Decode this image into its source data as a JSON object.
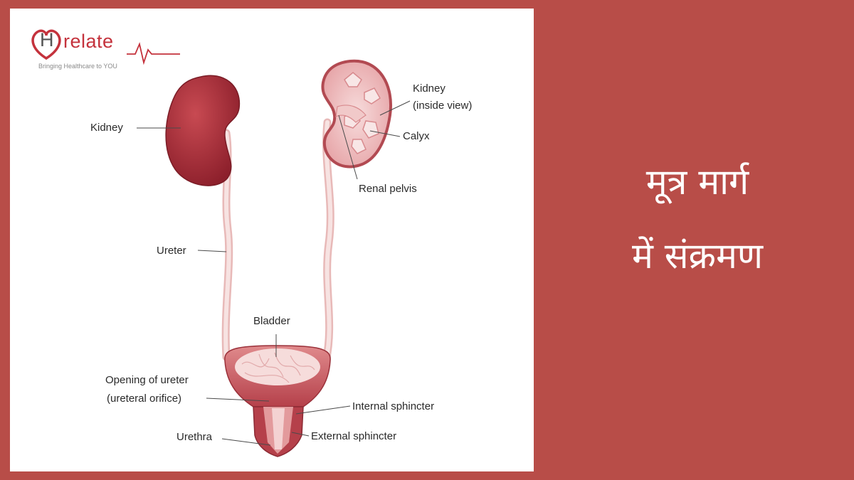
{
  "logo": {
    "letter": "H",
    "word": "relate",
    "tagline": "Bringing Healthcare to YOU"
  },
  "diagram": {
    "labels": {
      "kidney": "Kidney",
      "kidney_inside_line1": "Kidney",
      "kidney_inside_line2": "(inside view)",
      "calyx": "Calyx",
      "renal_pelvis": "Renal pelvis",
      "ureter": "Ureter",
      "bladder": "Bladder",
      "opening_line1": "Opening of ureter",
      "opening_line2": "(ureteral orifice)",
      "internal_sphincter": "Internal sphincter",
      "urethra": "Urethra",
      "external_sphincter": "External sphincter"
    }
  },
  "title": {
    "line1": "मूत्र मार्ग",
    "line2": "में संक्रमण"
  },
  "colors": {
    "background": "#b84d48",
    "panel": "#ffffff",
    "kidney": "#a42a35",
    "ureter": "#f3d6d4",
    "brand": "#c4323c"
  }
}
